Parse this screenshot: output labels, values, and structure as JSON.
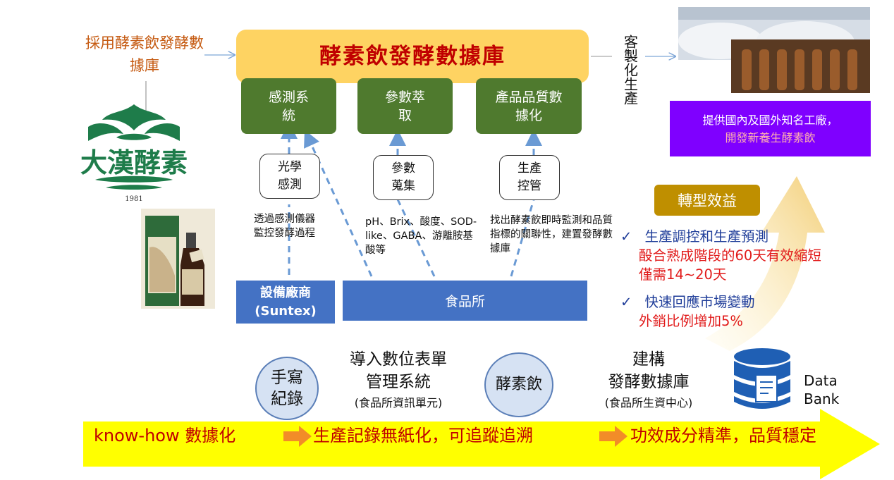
{
  "intro": "採用酵素飲發酵數據庫",
  "db_title": "酵素飲發酵數據庫",
  "modules": [
    {
      "label": "感測系統"
    },
    {
      "label": "參數萃取"
    },
    {
      "label": "產品品質數據化"
    }
  ],
  "sub_nodes": [
    {
      "label": "光學感測"
    },
    {
      "label": "參數蒐集"
    },
    {
      "label": "生產控管"
    }
  ],
  "notes": [
    "透過感測儀器監控發酵過程",
    "pH、Brix、酸度、SOD-like、GABA、游離胺基酸等",
    "找出酵素飲即時監測和品質指標的關聯性，建置發酵數據庫"
  ],
  "suppliers": {
    "equipment": "設備廠商",
    "equipment_en": "(Suntex)",
    "institute": "食品所"
  },
  "custom": "客製化生產",
  "vendor": {
    "line1": "提供國內及國外知名工廠，",
    "line2": "開發新養生酵素飲"
  },
  "benefit": {
    "title": "轉型效益",
    "items": [
      {
        "title": "生產調控和生產預測",
        "detail1": "酘合熟成階段的60天有效縮短",
        "detail2": "僅需14~20天"
      },
      {
        "title": "快速回應市場變動",
        "detail1": "外銷比例增加5%"
      }
    ]
  },
  "logo": {
    "brand": "大漢酵素",
    "year": "1981"
  },
  "process": {
    "circle1": "手寫紀錄",
    "step1_title1": "導入數位表單",
    "step1_title2": "管理系統",
    "step1_sub": "(食品所資訊單元)",
    "circle2": "酵素飲",
    "step2_title1": "建構",
    "step2_title2": "發酵數據庫",
    "step2_sub": "(食品所生資中心)",
    "databank1": "Data",
    "databank2": "Bank"
  },
  "banner": {
    "part1": "know-how  數據化",
    "part2": "生產記錄無紙化，可追蹤追溯",
    "part3": "功效成分精準，品質穩定"
  },
  "colors": {
    "db": "#fed362",
    "module": "#4f7a2e",
    "supplier": "#4472c4",
    "vendor": "#7f00ff",
    "benefit": "#bf8f00",
    "banner": "#ffff00",
    "arrow": "#f28c28"
  }
}
